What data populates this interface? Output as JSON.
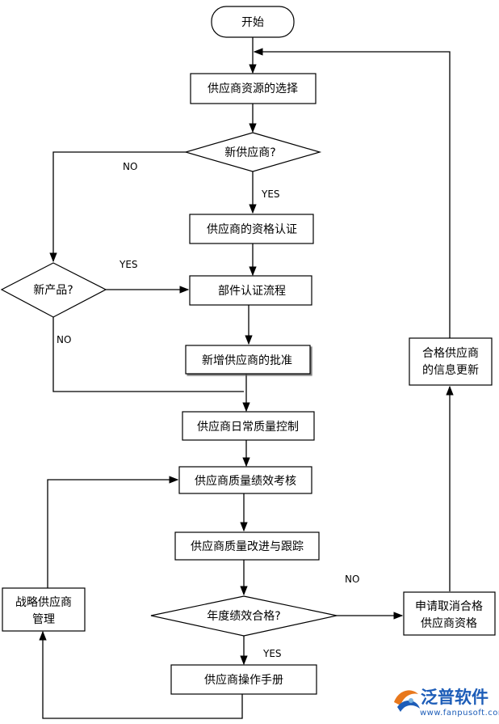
{
  "nodes": {
    "start": "开始",
    "select": "供应商资源的选择",
    "new_supplier_q": "新供应商?",
    "qualification": "供应商的资格认证",
    "new_product_q": "新产品?",
    "parts_cert": "部件认证流程",
    "approval": "新增供应商的批准",
    "daily_qc": "供应商日常质量控制",
    "perf_eval": "供应商质量绩效考核",
    "improve": "供应商质量改进与跟踪",
    "annual_q": "年度绩效合格?",
    "manual": "供应商操作手册",
    "strategic_line1": "战略供应商",
    "strategic_line2": "管理",
    "cancel_line1": "申请取消合格",
    "cancel_line2": "供应商资格",
    "update_line1": "合格供应商",
    "update_line2": "的信息更新"
  },
  "labels": {
    "no1": "NO",
    "yes1": "YES",
    "yes2": "YES",
    "no2": "NO",
    "no3": "NO",
    "yes3": "YES"
  },
  "logo": {
    "name": "泛普软件",
    "url": "www.fanpusoft.com"
  }
}
